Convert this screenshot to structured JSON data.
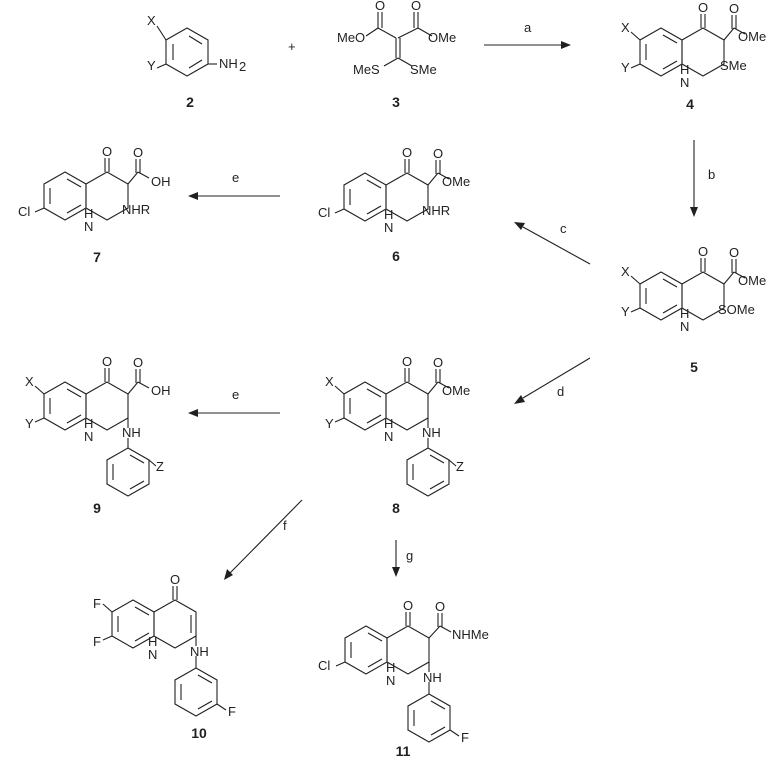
{
  "compounds": {
    "c2": {
      "label": "2",
      "atoms": {
        "x": "X",
        "y": "Y",
        "nh2": "NH",
        "nh2_sub": "2"
      }
    },
    "c3": {
      "label": "3",
      "atoms": {
        "o1": "O",
        "o2": "O",
        "meo": "MeO",
        "ome": "OMe",
        "mes": "MeS",
        "sme": "SMe"
      }
    },
    "c4": {
      "label": "4",
      "atoms": {
        "x": "X",
        "y": "Y",
        "o": "O",
        "co": "O",
        "ome": "OMe",
        "h": "H",
        "n": "N",
        "sme": "SMe"
      }
    },
    "c5": {
      "label": "5",
      "atoms": {
        "x": "X",
        "y": "Y",
        "o": "O",
        "co": "O",
        "ome": "OMe",
        "h": "H",
        "n": "N",
        "some": "SOMe"
      }
    },
    "c6": {
      "label": "6",
      "atoms": {
        "cl": "Cl",
        "o": "O",
        "co": "O",
        "ome": "OMe",
        "h": "H",
        "n": "N",
        "nhr": "NHR"
      }
    },
    "c7": {
      "label": "7",
      "atoms": {
        "cl": "Cl",
        "o": "O",
        "co": "O",
        "oh": "OH",
        "h": "H",
        "n": "N",
        "nhr": "NHR"
      }
    },
    "c8": {
      "label": "8",
      "atoms": {
        "x": "X",
        "y": "Y",
        "o": "O",
        "co": "O",
        "ome": "OMe",
        "h": "H",
        "n": "N",
        "nh": "NH",
        "z": "Z"
      }
    },
    "c9": {
      "label": "9",
      "atoms": {
        "x": "X",
        "y": "Y",
        "o": "O",
        "co": "O",
        "oh": "OH",
        "h": "H",
        "n": "N",
        "nh": "NH",
        "z": "Z"
      }
    },
    "c10": {
      "label": "10",
      "atoms": {
        "f1": "F",
        "f2": "F",
        "o": "O",
        "h": "H",
        "n": "N",
        "nh": "NH",
        "f3": "F"
      }
    },
    "c11": {
      "label": "11",
      "atoms": {
        "cl": "Cl",
        "o": "O",
        "co": "O",
        "nhme": "NHMe",
        "h": "H",
        "n": "N",
        "nh": "NH",
        "f": "F"
      }
    }
  },
  "plus": "+",
  "steps": {
    "a": "a",
    "b": "b",
    "c": "c",
    "d": "d",
    "e1": "e",
    "e2": "e",
    "f": "f",
    "g": "g"
  }
}
